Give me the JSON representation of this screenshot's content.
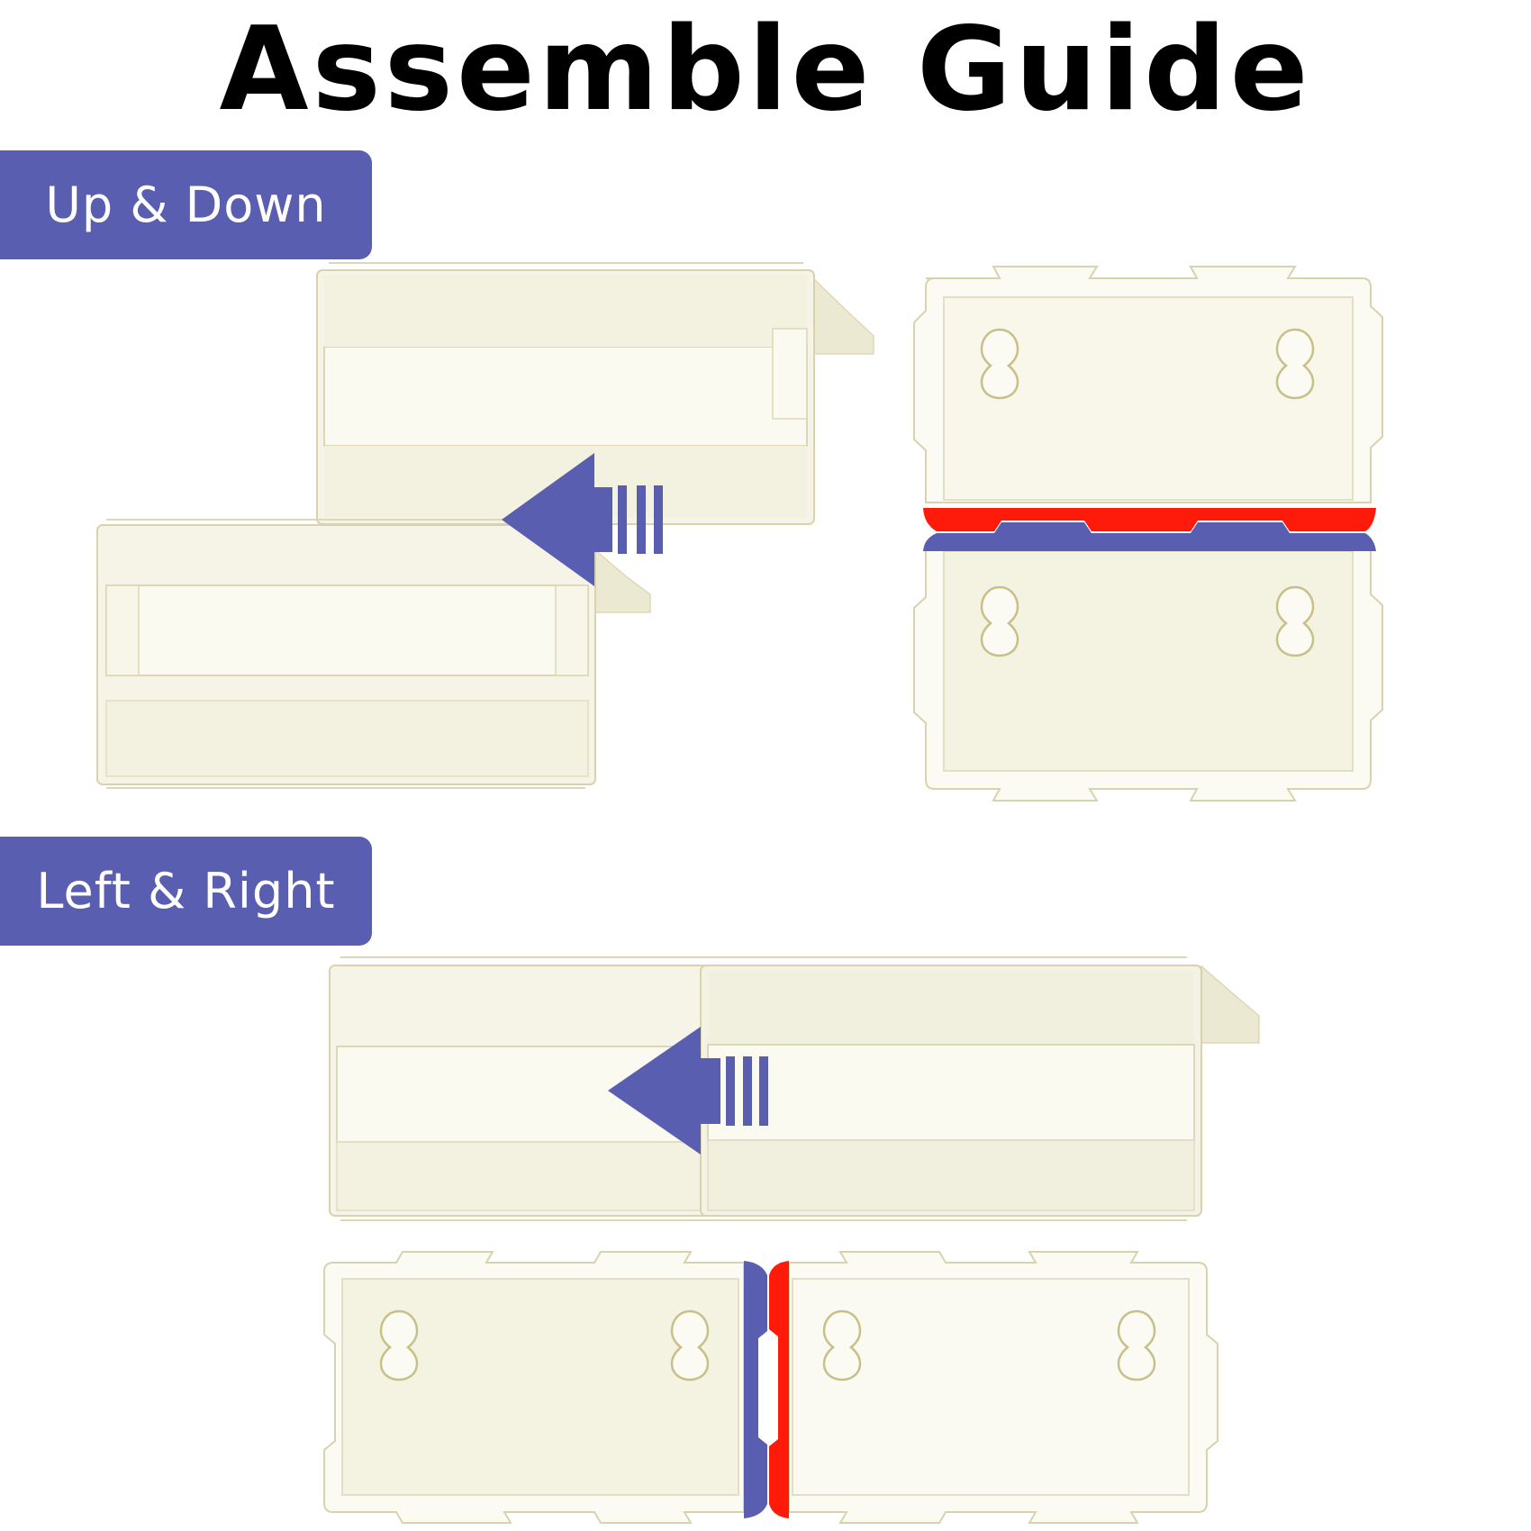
{
  "title": "Assemble Guide",
  "sections": [
    {
      "label": "Up & Down"
    },
    {
      "label": "Left & Right"
    }
  ],
  "colors": {
    "badge": "#5a5eb1",
    "arrow": "#5a5eb1",
    "joint_red": "#ff1a0a",
    "joint_blue": "#5a5eb1",
    "panel_fill": "#f7f5e7",
    "panel_stroke": "#d4cfa6"
  },
  "icons": [
    "arrow-left-icon",
    "keyhole-icon"
  ]
}
